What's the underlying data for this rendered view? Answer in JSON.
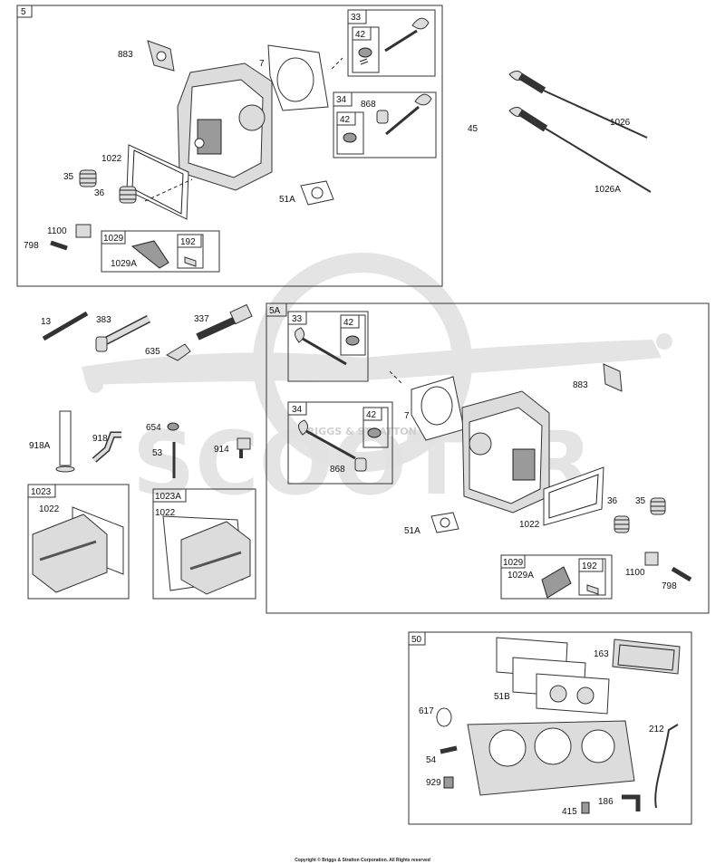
{
  "watermark": {
    "text": "SCOOTER",
    "subtext": "BRIGGS & STRATTON",
    "color": "#d9d9d9"
  },
  "copyright": "Copyright © Briggs & Stratton Corporation. All Rights reserved",
  "groups": {
    "g5": "5",
    "g33a": "33",
    "g42a": "42",
    "g34a": "34",
    "g42b": "42",
    "g1029a": "1029",
    "g192a": "192",
    "g5A": "5A",
    "g33b": "33",
    "g42c": "42",
    "g34b": "34",
    "g42d": "42",
    "g1029b": "1029",
    "g192b": "192",
    "g1023": "1023",
    "g1023A": "1023A",
    "g50": "50"
  },
  "labels": {
    "l883a": "883",
    "l7a": "7",
    "l868a": "868",
    "l1022a": "1022",
    "l35a": "35",
    "l36a": "36",
    "l51Aa": "51A",
    "l1100a": "1100",
    "l798a": "798",
    "l1029Aa": "1029A",
    "l45": "45",
    "l1026": "1026",
    "l1026A": "1026A",
    "l13": "13",
    "l383": "383",
    "l337": "337",
    "l635": "635",
    "l918A": "918A",
    "l918": "918",
    "l654": "654",
    "l53": "53",
    "l914": "914",
    "l1022b": "1022",
    "l1022c": "1022",
    "l7b": "7",
    "l868b": "868",
    "l883b": "883",
    "l36b": "36",
    "l35b": "35",
    "l1022d": "1022",
    "l51Ab": "51A",
    "l1029Ab": "1029A",
    "l1100b": "1100",
    "l798b": "798",
    "l163": "163",
    "l51B": "51B",
    "l617": "617",
    "l212": "212",
    "l54": "54",
    "l929": "929",
    "l186": "186",
    "l415": "415"
  }
}
